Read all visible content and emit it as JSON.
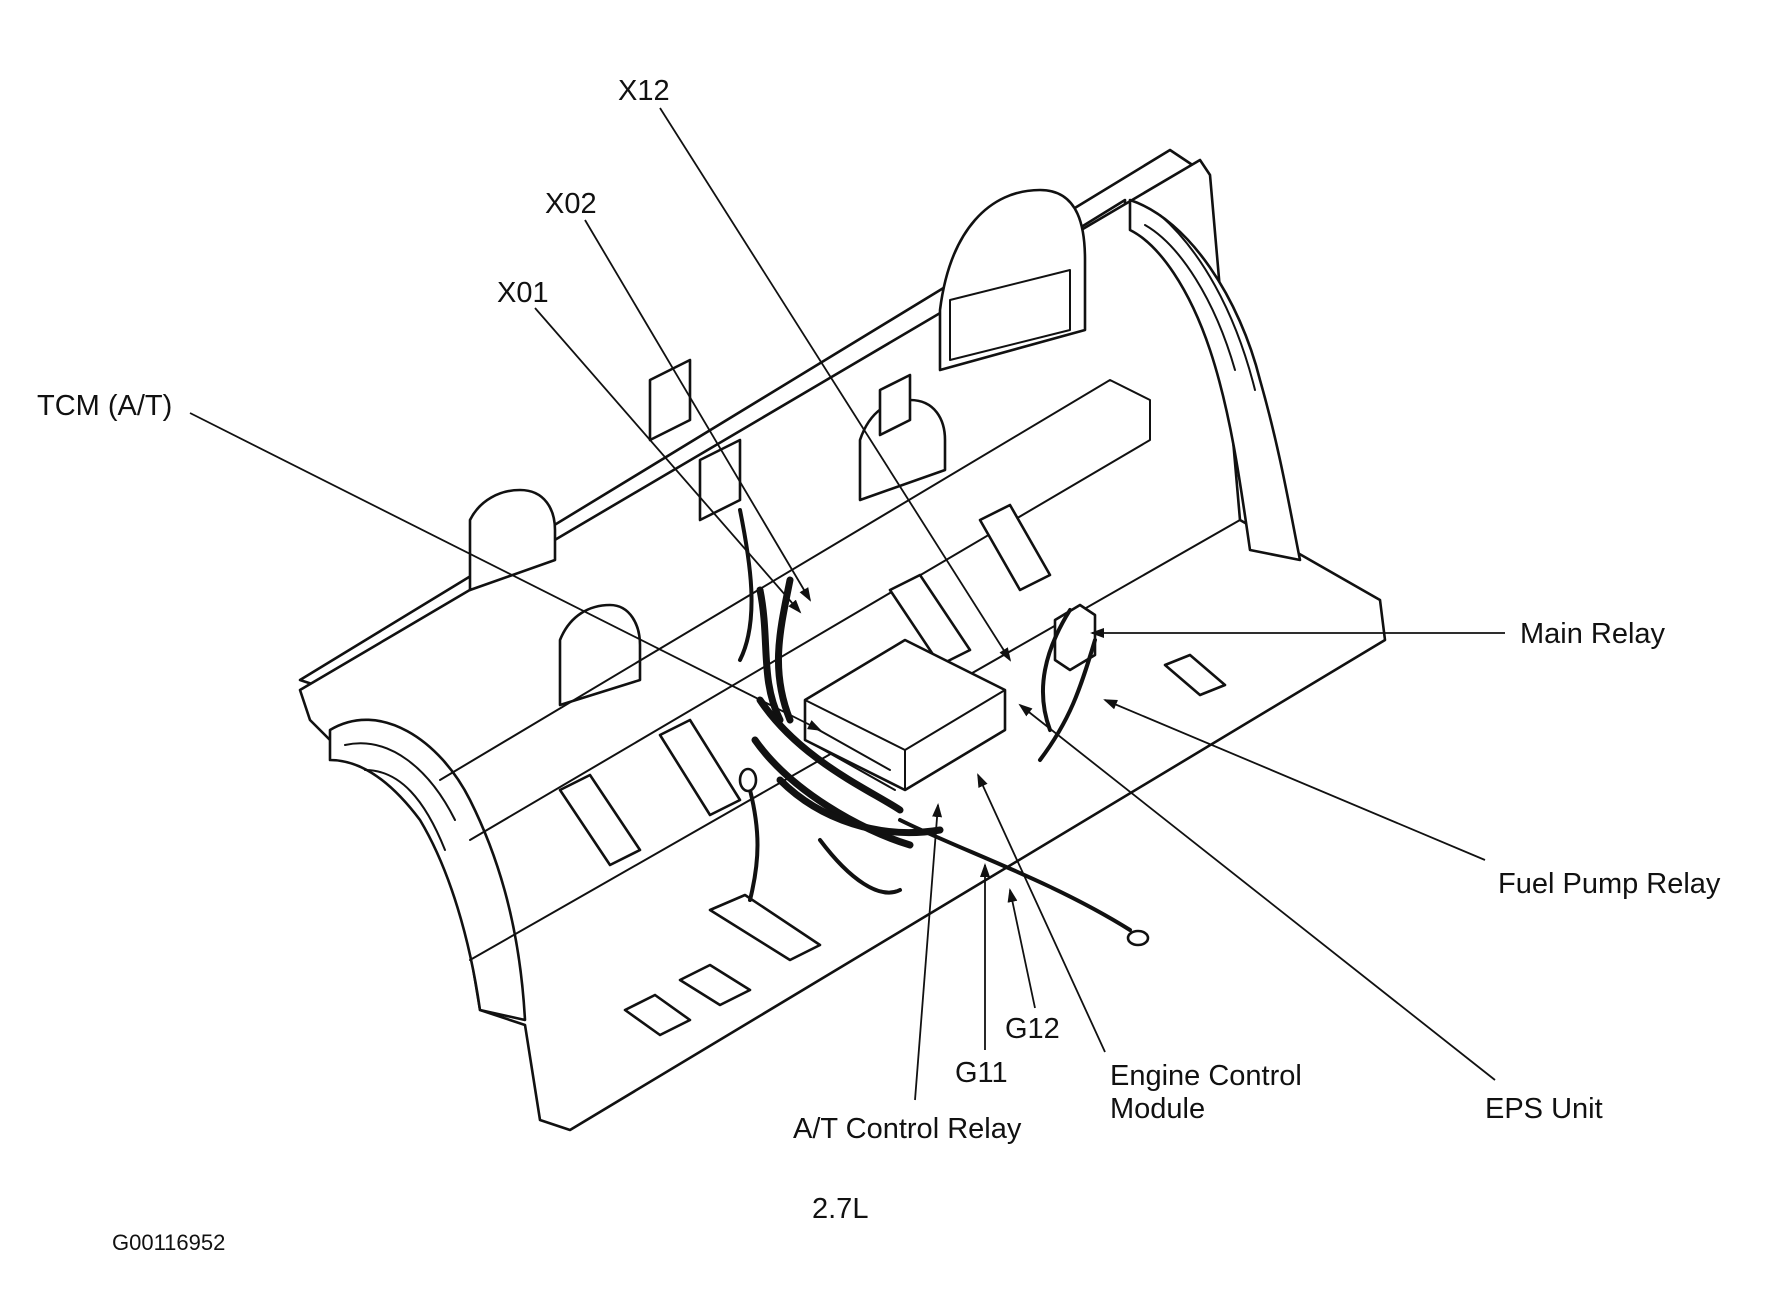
{
  "diagram": {
    "labels": {
      "x12": "X12",
      "x02": "X02",
      "x01": "X01",
      "tcm": "TCM (A/T)",
      "main_relay": "Main Relay",
      "fuel_pump_relay": "Fuel Pump Relay",
      "eps_unit": "EPS Unit",
      "engine_control_module_line1": "Engine Control",
      "engine_control_module_line2": "Module",
      "g12": "G12",
      "g11": "G11",
      "at_control_relay": "A/T Control Relay"
    },
    "engine": "2.7L",
    "figure_id": "G00116952"
  }
}
